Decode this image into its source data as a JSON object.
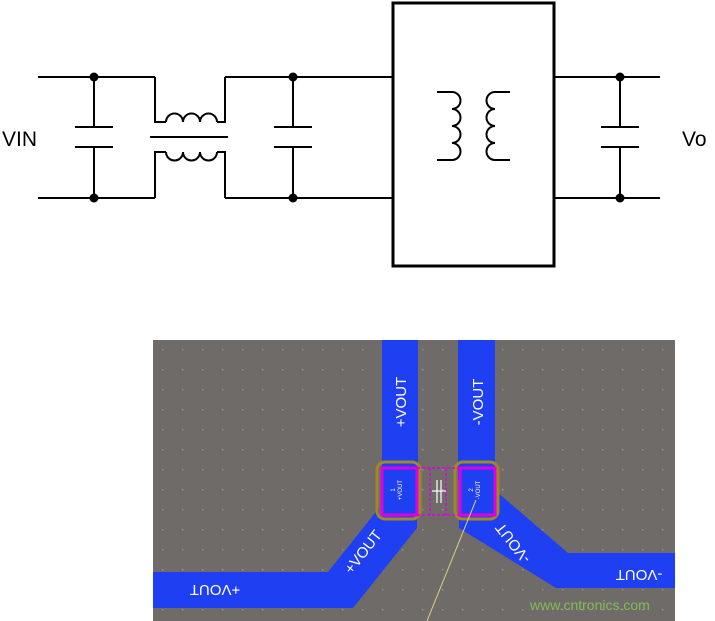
{
  "schematic": {
    "input_label": "VIN",
    "output_label": "Vo"
  },
  "pcb": {
    "trace_labels": {
      "top_left": "+VOUT",
      "top_right": "-VOUT",
      "mid_left": "+VOUT",
      "mid_right": "-VOUT",
      "bottom_left": "+VOUT",
      "bottom_right": "-VOUT"
    },
    "pad_labels": {
      "pad1_number": "1",
      "pad1_net": "+VOUT",
      "pad2_number": "2",
      "pad2_net": "-VOUT"
    },
    "colors": {
      "board": "#6f6b69",
      "trace": "#1f3ff2",
      "pad_outline": "#e000e0",
      "pad_ring": "#a08a20",
      "ratsnest": "#d8d080"
    }
  },
  "watermark": "www.cntronics.com"
}
